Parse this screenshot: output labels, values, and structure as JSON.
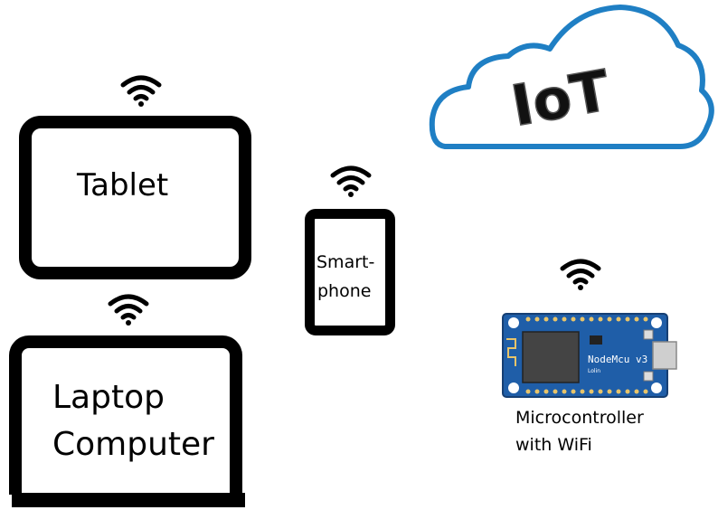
{
  "devices": {
    "tablet": {
      "label": "Tablet"
    },
    "smartphone": {
      "label_line1": "Smart-",
      "label_line2": "phone"
    },
    "laptop": {
      "label_line1": "Laptop",
      "label_line2": "Computer"
    },
    "microcontroller": {
      "label_line1": "Microcontroller",
      "label_line2": "with WiFi",
      "board_text": "NodeMcu v3",
      "board_subtext": "Lolin"
    }
  },
  "cloud": {
    "label": "IoT"
  },
  "colors": {
    "cloud_outline": "#1f7fc4",
    "device_frame": "#000000",
    "board": "#1f5ea8",
    "board_chip": "#444444",
    "wifi": "#000000"
  },
  "icons": [
    "wifi-icon",
    "cloud-icon",
    "nodemcu-board"
  ]
}
